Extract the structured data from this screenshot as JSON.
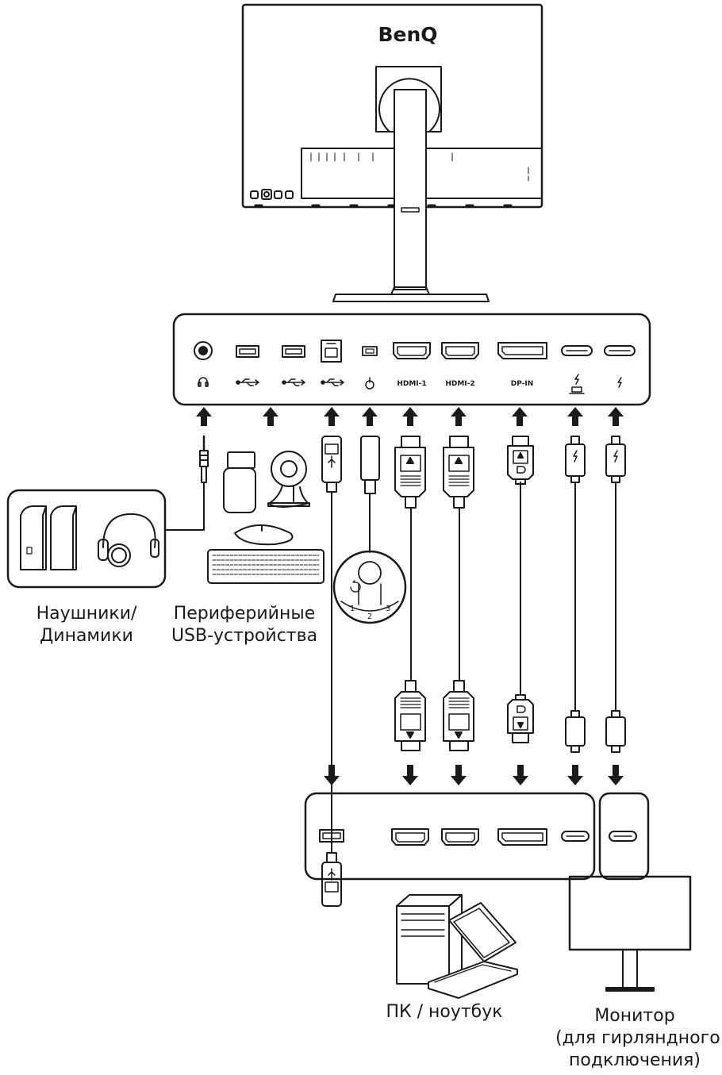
{
  "monitor": {
    "brand": "BenQ"
  },
  "rear_ports": [
    {
      "id": "audio",
      "label": "",
      "icon": "headphone-icon"
    },
    {
      "id": "usb-a-1",
      "label": "",
      "icon": "usb-icon"
    },
    {
      "id": "usb-a-2",
      "label": "",
      "icon": "usb-icon"
    },
    {
      "id": "usb-b",
      "label": "",
      "icon": "usb-icon"
    },
    {
      "id": "puck",
      "label": "",
      "icon": "puck-icon"
    },
    {
      "id": "hdmi-1",
      "label": "HDMI-1",
      "icon": "hdmi-icon"
    },
    {
      "id": "hdmi-2",
      "label": "HDMI-2",
      "icon": "hdmi-icon"
    },
    {
      "id": "dp-in",
      "label": "DP-IN",
      "icon": "dp-icon"
    },
    {
      "id": "thunderbolt-laptop",
      "label": "",
      "icon": "thunderbolt-laptop-icon"
    },
    {
      "id": "thunderbolt-out",
      "label": "",
      "icon": "thunderbolt-icon"
    }
  ],
  "controller_buttons": [
    "1",
    "2",
    "3"
  ],
  "labels": {
    "headphones_line1": "Наушники/",
    "headphones_line2": "Динамики",
    "usb_line1": "Периферийные",
    "usb_line2": "USB-устройства",
    "pc": "ПК / ноутбук",
    "monitor_line1": "Монитор",
    "monitor_line2": "(для гирляндного",
    "monitor_line3": "подключения)"
  }
}
